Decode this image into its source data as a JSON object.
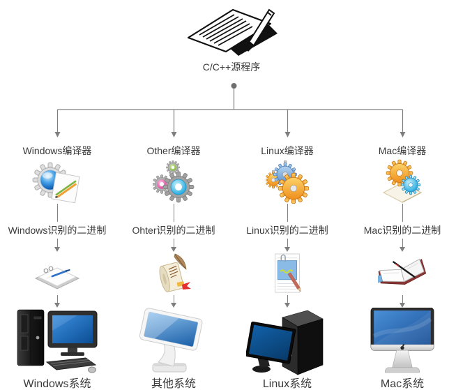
{
  "title": {
    "label": "C/C++源程序",
    "icon": "source-code-document-pen-icon"
  },
  "colors": {
    "background": "#ffffff",
    "line": "#7f7f7f",
    "text": "#3a3a3a",
    "screen_blue": "#1b5fa8",
    "gear_gray": "#b5b5b5",
    "gear_orange": "#ef8f1c",
    "gear_cyan": "#29b6e8",
    "gear_pink": "#e0409a",
    "gear_green": "#7cb342"
  },
  "columns": [
    {
      "id": "windows",
      "compiler": {
        "label": "Windows编译器",
        "icon": "gear-globe-document-icon"
      },
      "binary": {
        "label": "Windows识别的二进制",
        "icon": "notepad-blue-pen-icon"
      },
      "system": {
        "label": "Windows系统",
        "icon": "desktop-pc-tower-monitor-icon"
      }
    },
    {
      "id": "other",
      "compiler": {
        "label": "Other编译器",
        "icon": "colored-gears-icon"
      },
      "binary": {
        "label": "Ohter识别的二进制",
        "icon": "scroll-quill-icon"
      },
      "system": {
        "label": "其他系统",
        "icon": "kiosk-terminal-icon"
      }
    },
    {
      "id": "linux",
      "compiler": {
        "label": "Linux编译器",
        "icon": "gears-with-axles-icon"
      },
      "binary": {
        "label": "Linux识别的二进制",
        "icon": "document-note-pencil-icon"
      },
      "system": {
        "label": "Linux系统",
        "icon": "tower-with-monitor-icon"
      }
    },
    {
      "id": "mac",
      "compiler": {
        "label": "Mac编译器",
        "icon": "gears-on-paper-icon"
      },
      "binary": {
        "label": "Mac识别的二进制",
        "icon": "open-book-pen-icon"
      },
      "system": {
        "label": "Mac系统",
        "icon": "imac-icon"
      }
    }
  ]
}
